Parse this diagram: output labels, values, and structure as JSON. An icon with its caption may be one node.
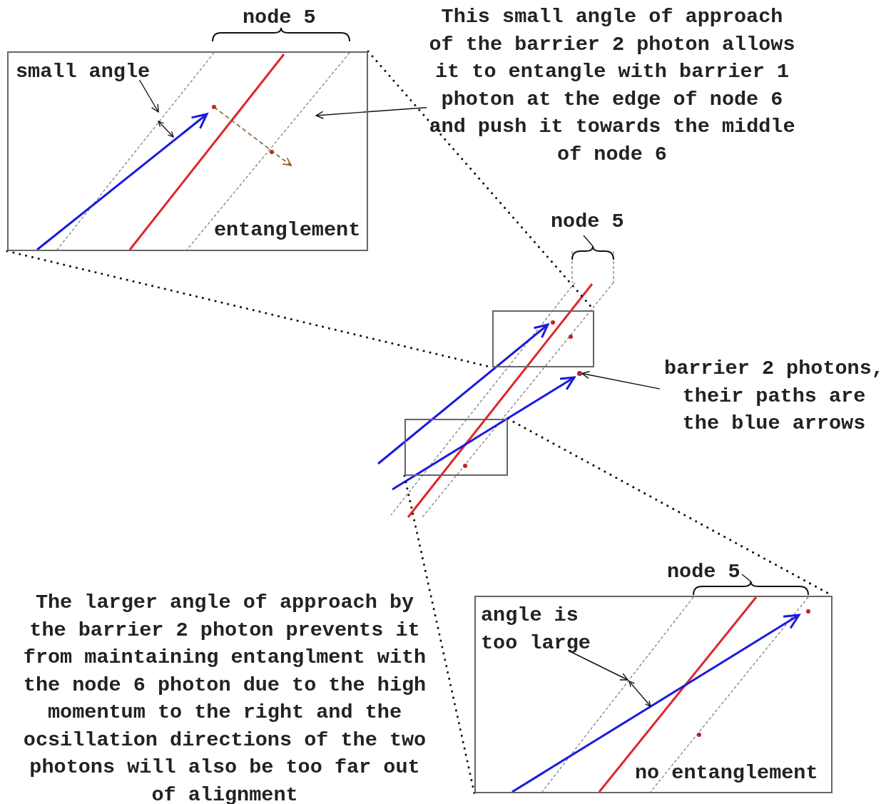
{
  "diagram": {
    "nodes": [
      {
        "text": [
          "This small angle of approach of the barrier 2 photon allows it to entangle with barrier 1 photon at the edge of node 6 and push it towards the middle of node 6"
        ]
      },
      {
        "text": [],
        "shape": "box"
      },
      {
        "text": [
          "small angle"
        ],
        "in": 1
      },
      {
        "text": [],
        "shape": "box"
      },
      {
        "text": [],
        "shape": "box"
      },
      {
        "text": [
          "barrier 2 photons, their paths are the blue arrows"
        ]
      },
      {
        "text": [],
        "shape": "box"
      },
      {
        "text": [
          "angle is too large"
        ],
        "in": 6
      },
      {
        "text": [],
        "shape": "circle"
      }
    ],
    "edges": [
      {
        "from": 0,
        "to": null,
        "arrow": "to"
      },
      {
        "from": 2,
        "to": null,
        "arrow": "to"
      },
      {
        "from": 1,
        "to": 3,
        "arrow": "none",
        "style": "dashed"
      },
      {
        "from": 1,
        "to": 3,
        "arrow": "none",
        "style": "dashed"
      },
      {
        "from": 5,
        "to": 8,
        "arrow": "to"
      },
      {
        "from": 4,
        "to": 6,
        "arrow": "none",
        "style": "dashed"
      },
      {
        "from": 4,
        "to": 6,
        "arrow": "none",
        "style": "dashed"
      },
      {
        "from": 7,
        "to": null,
        "arrow": "to"
      }
    ],
    "labels": [
      "node 5",
      "entanglement",
      "node 5",
      "The larger angle of approach by the barrier 2 photon prevents it from maintaining entanglment with the node 6 photon due to the high momentum to the right and the ocsillation directions of the two photons will also be too far out of alignment",
      "node 5",
      "no entanglement"
    ]
  }
}
